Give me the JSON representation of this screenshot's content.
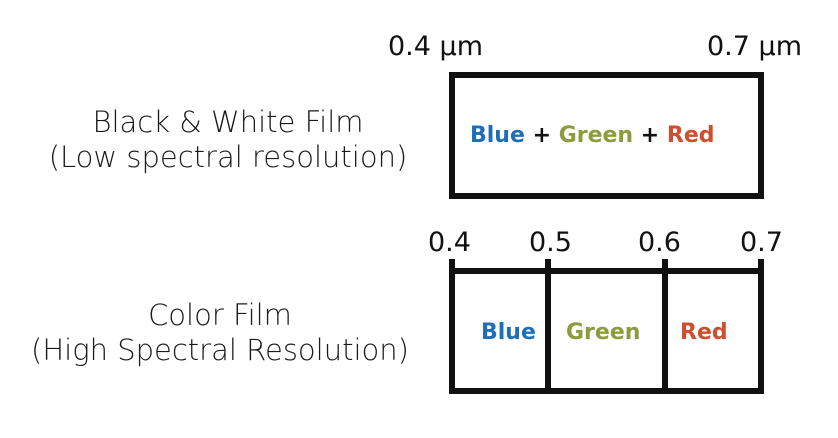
{
  "bw": {
    "label_line1": "Black & White Film",
    "label_line2": "(Low spectral resolution)",
    "tick_left": "0.4 µm",
    "tick_right": "0.7 µm",
    "band_blue": "Blue",
    "plus": "+",
    "band_green": "Green",
    "band_red": "Red"
  },
  "color": {
    "label_line1": "Color Film",
    "label_line2": "(High Spectral Resolution)",
    "ticks": [
      "0.4",
      "0.5",
      "0.6",
      "0.7"
    ],
    "band_blue": "Blue",
    "band_green": "Green",
    "band_red": "Red"
  },
  "colors": {
    "blue": "#1f6fb8",
    "green": "#8a9d3a",
    "red": "#cd4f2f",
    "outline": "#111111"
  }
}
